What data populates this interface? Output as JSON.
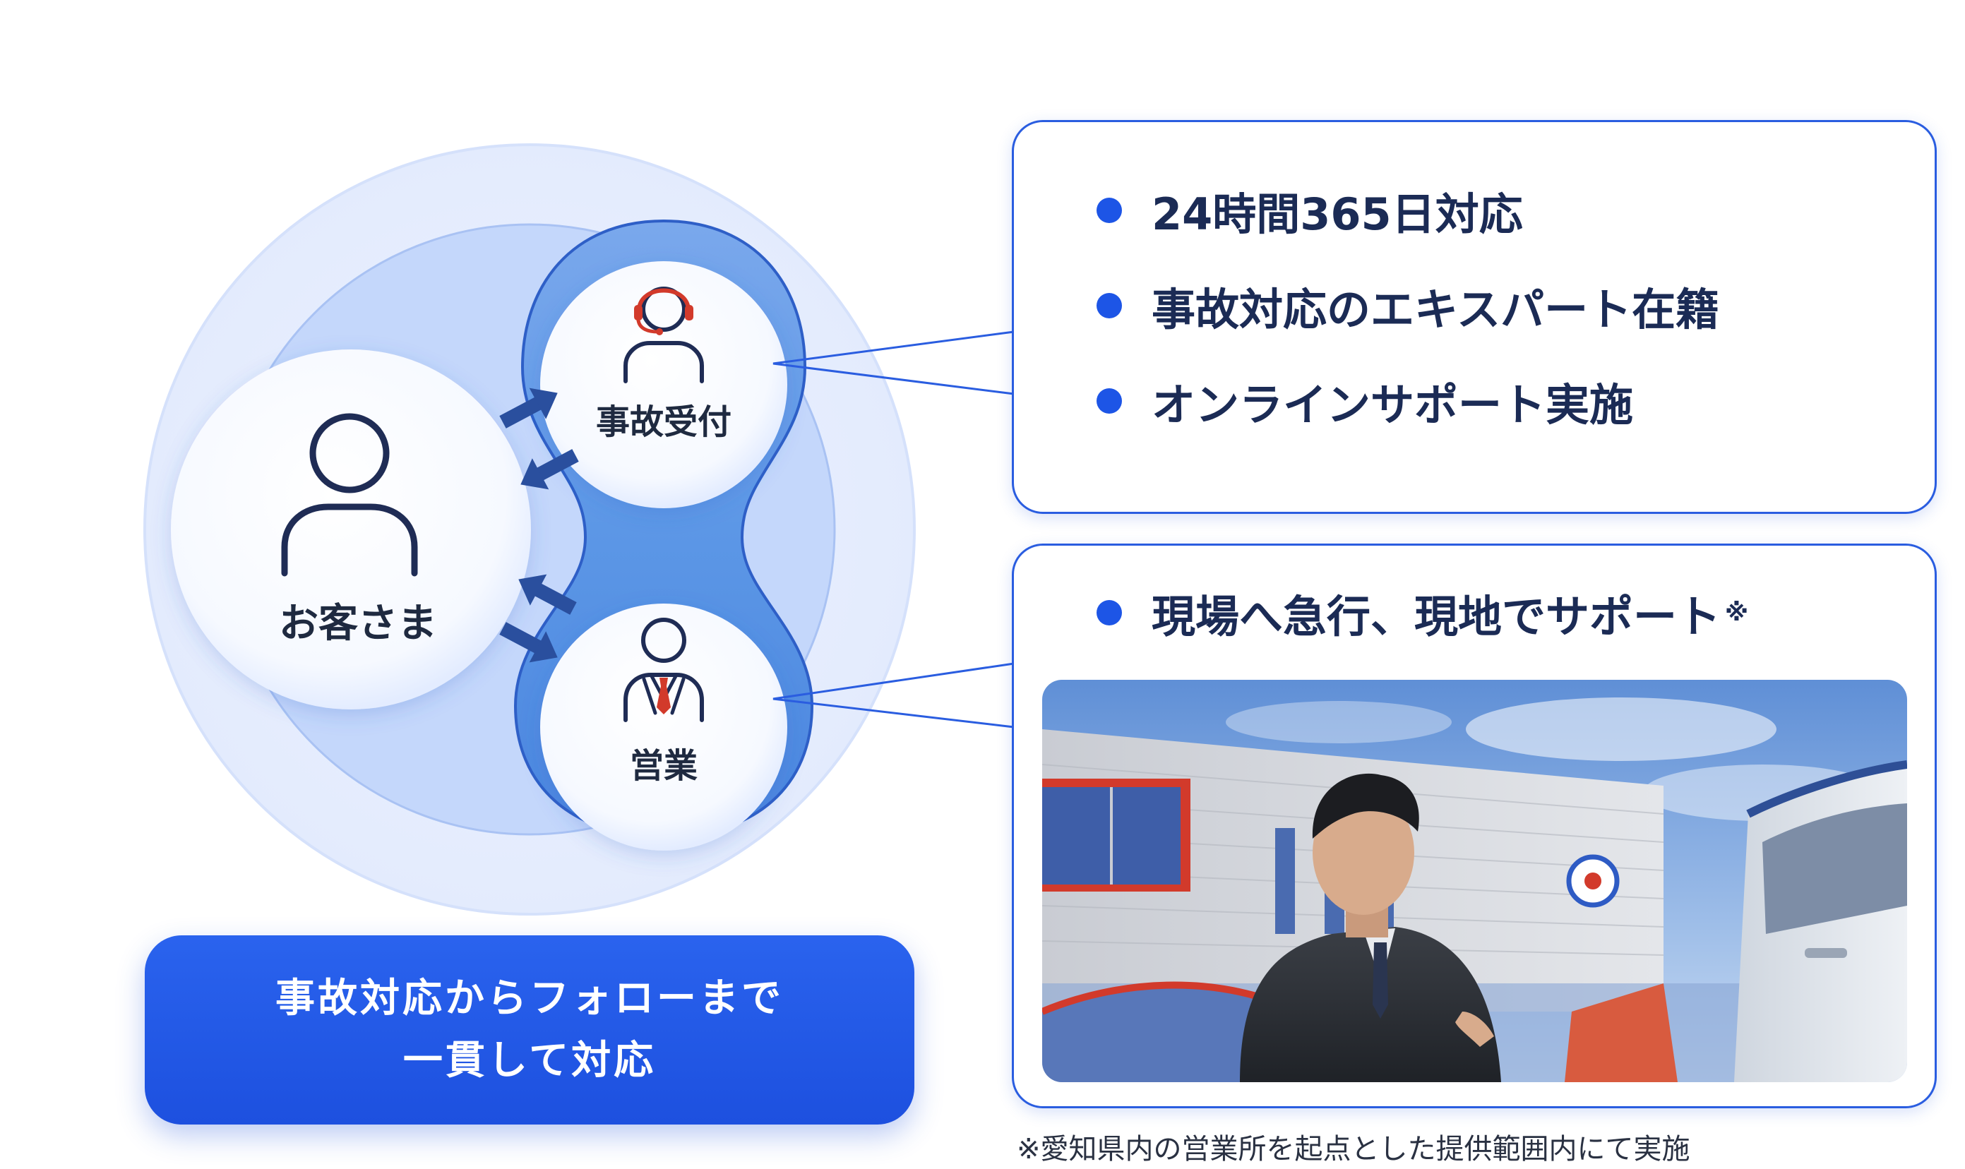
{
  "diagram": {
    "customer_label": "お客さま",
    "reception_label": "事故受付",
    "sales_label": "営業"
  },
  "cta": {
    "line1": "事故対応からフォローまで",
    "line2": "一貫して対応"
  },
  "card_top": {
    "items": [
      "24時間365日対応",
      "事故対応のエキスパート在籍",
      "オンラインサポート実施"
    ]
  },
  "card_bottom": {
    "item": "現場へ急行、現地でサポート",
    "note_mark": "※"
  },
  "footnote": "※愛知県内の営業所を起点とした提供範囲内にて実施",
  "colors": {
    "accent": "#1d55e6",
    "card_border": "#2a5de0",
    "text_dark": "#1b2b55",
    "outer_circle": "#e8efff",
    "middle_circle": "#c3d6fb",
    "capsule": "#5a96e6",
    "headset_red": "#d23a2b"
  },
  "icons": {
    "customer": "person-outline-icon",
    "reception": "headset-operator-icon",
    "sales": "business-person-icon",
    "arrows": "bidirectional-arrow-icon"
  }
}
